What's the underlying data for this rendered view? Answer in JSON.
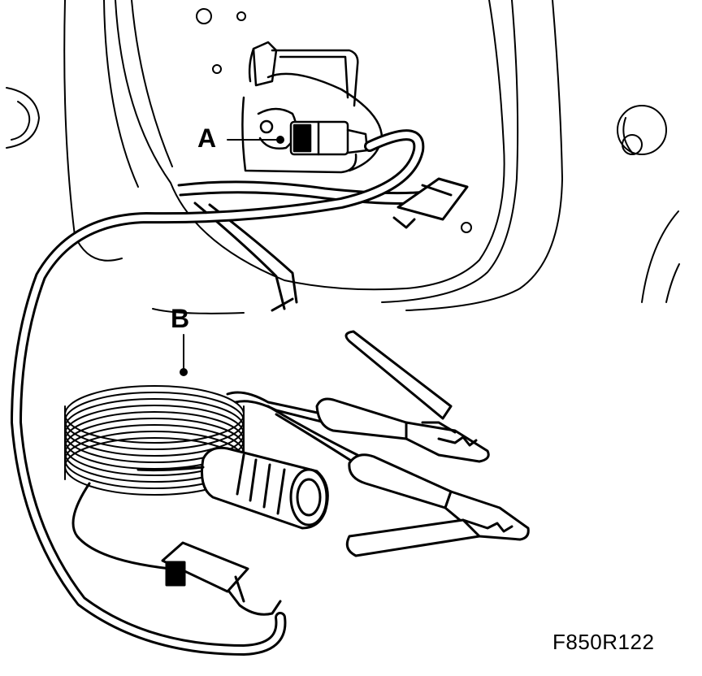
{
  "callouts": {
    "a": "A",
    "b": "B"
  },
  "figure_code": "F850R122",
  "colors": {
    "line": "#000000",
    "background": "#ffffff"
  }
}
